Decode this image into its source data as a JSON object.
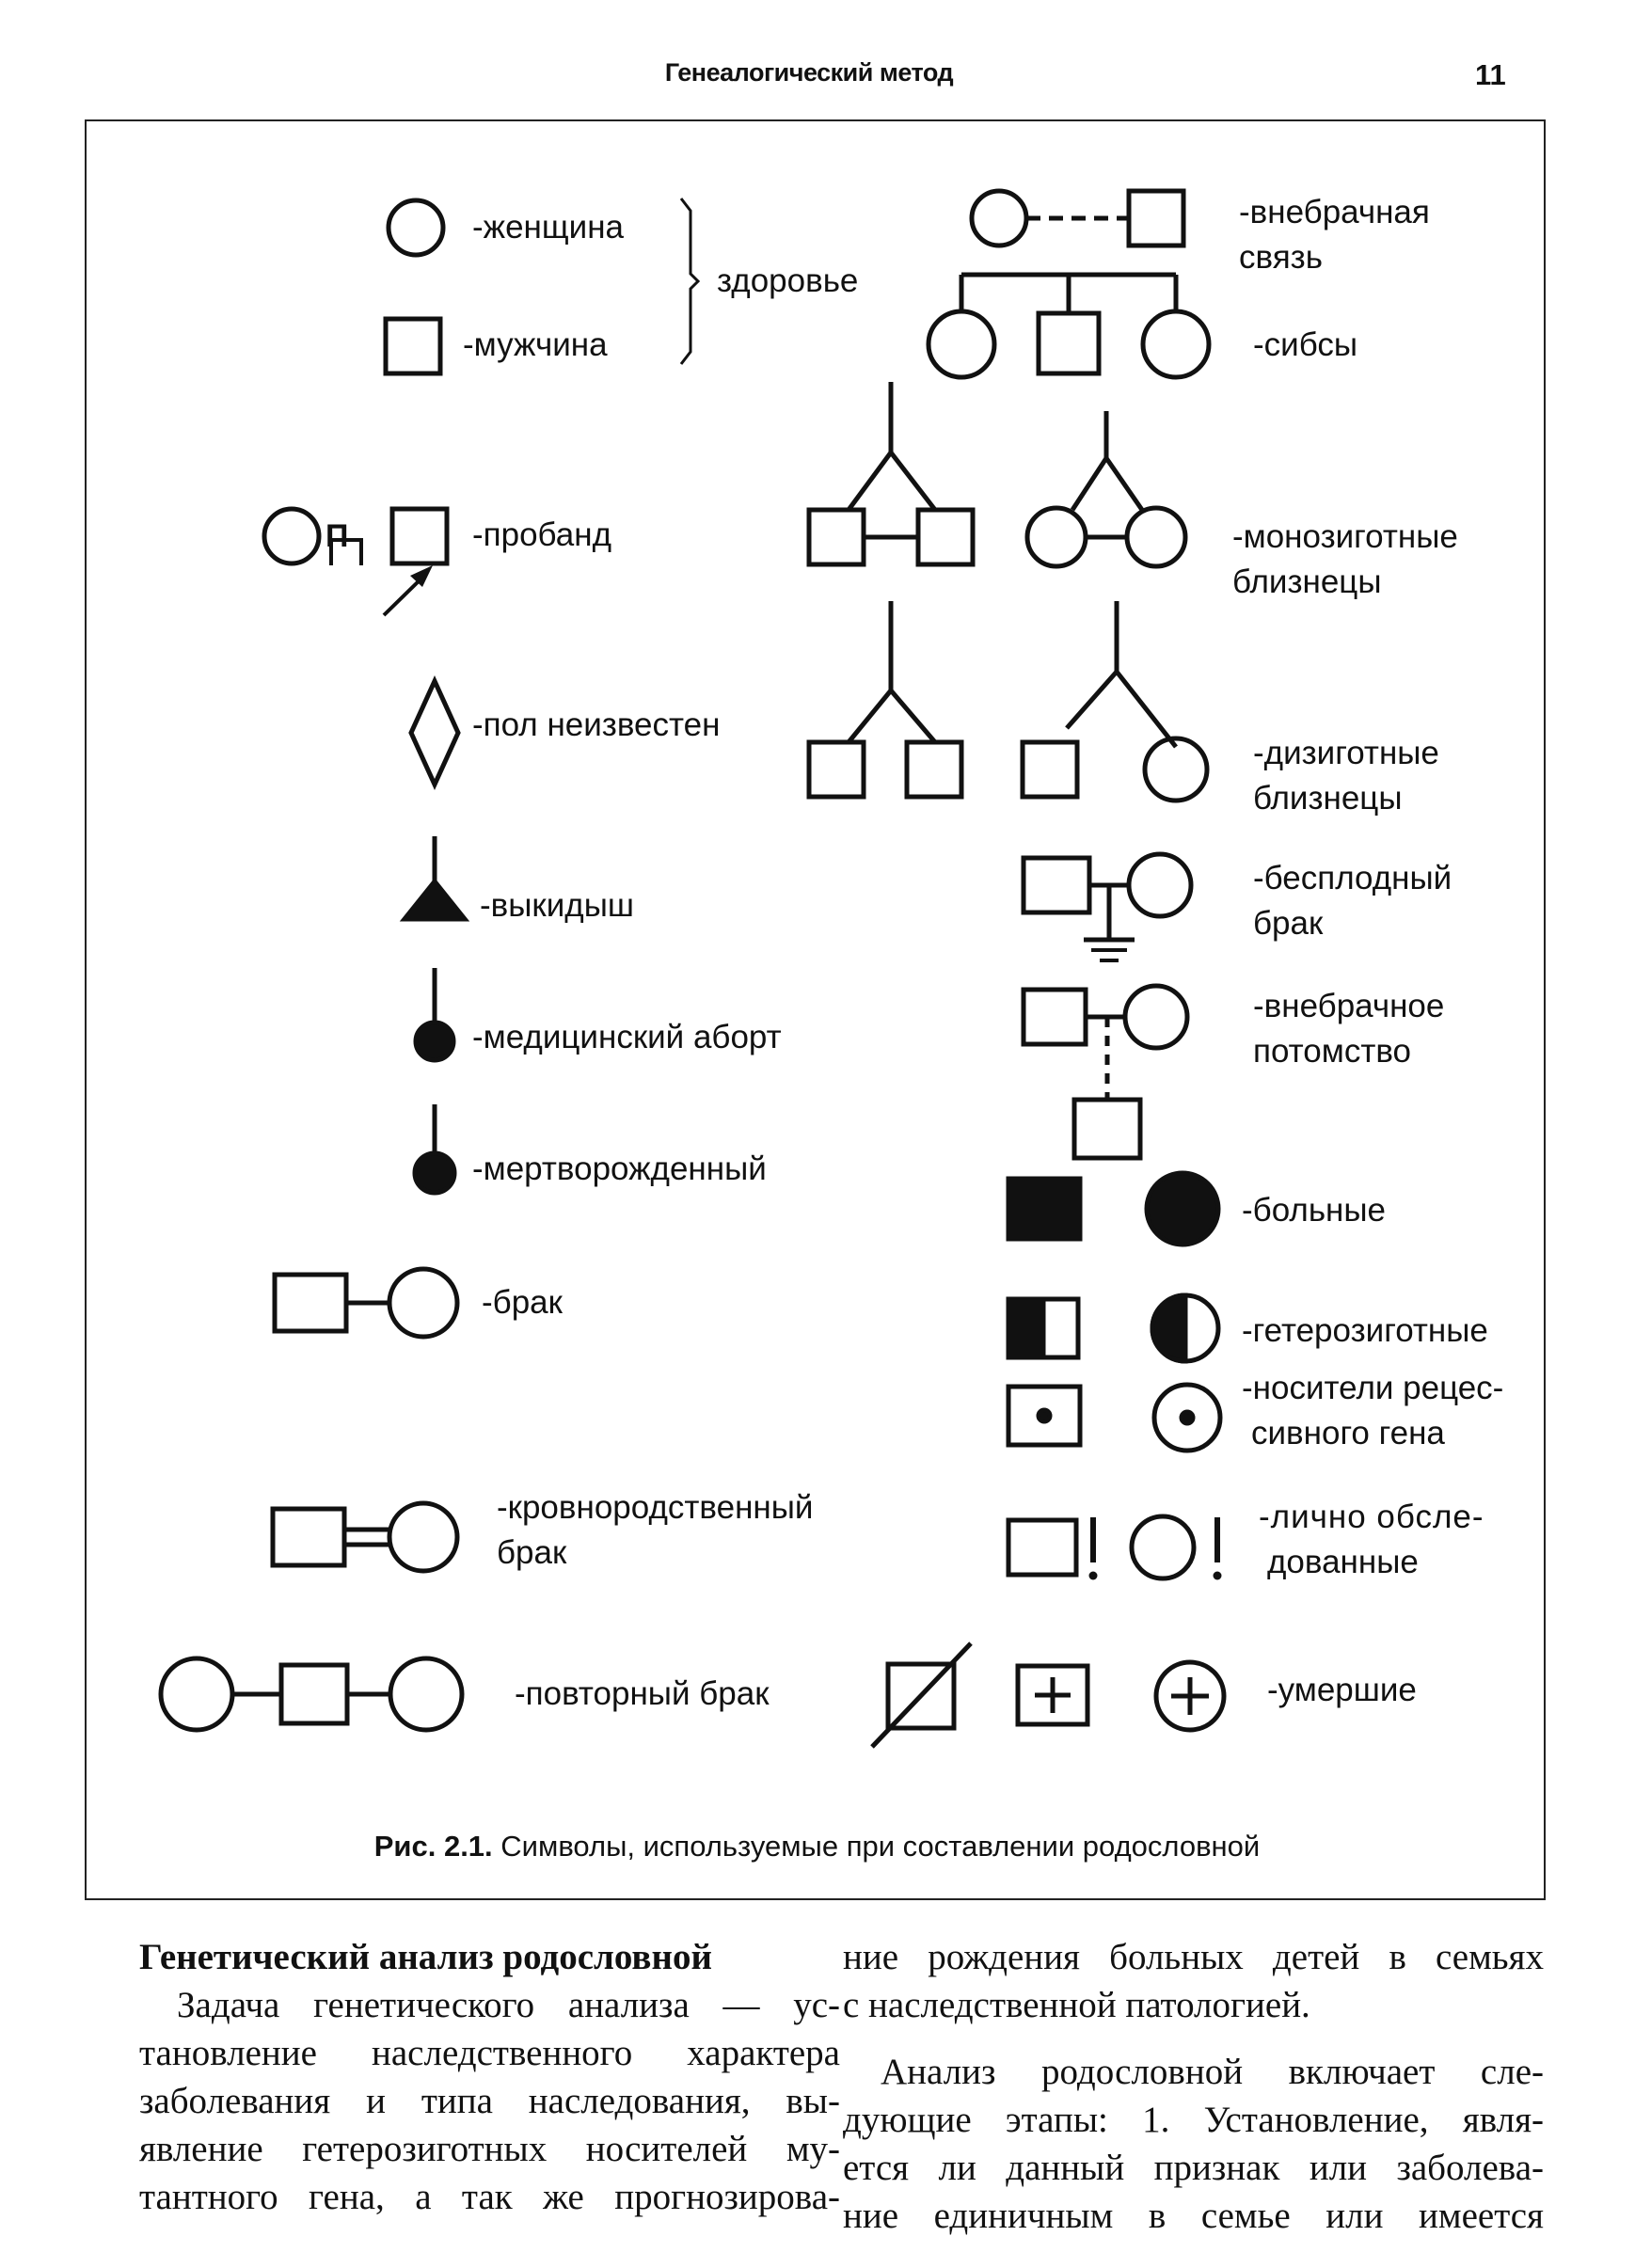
{
  "header": {
    "title": "Генеалогический метод",
    "page_number": "11"
  },
  "figure": {
    "labels": {
      "woman": "-женщина",
      "man": "-мужчина",
      "healthy": "здоровье",
      "extramarital_relation_1": "-внебрачная",
      "extramarital_relation_2": "связь",
      "siblings": "-сибсы",
      "proband_letter": "П",
      "proband": "-пробанд",
      "monozygotic_1": "-монозиготные",
      "monozygotic_2": "близнецы",
      "unknown_sex": "-пол неизвестен",
      "dizygotic_1": "-дизиготные",
      "dizygotic_2": "близнецы",
      "miscarriage": "-выкидыш",
      "infertile_1": "-бесплодный",
      "infertile_2": "брак",
      "medical_abortion": "-медицинский аборт",
      "extramarital_offspring_1": "-внебрачное",
      "extramarital_offspring_2": "потомство",
      "stillborn": "-мертворожденный",
      "affected": "-больные",
      "marriage": "-брак",
      "heterozygous": "-гетерозиготные",
      "carriers_1": "-носители рецес-",
      "carriers_2": "сивного гена",
      "consanguineous_1": "-кровнородственный",
      "consanguineous_2": "брак",
      "personally_examined_1": "-лично обсле-",
      "personally_examined_2": "дованные",
      "repeated_marriage": "-повторный брак",
      "deceased": "-умершие"
    },
    "caption_label": "Рис. 2.1.",
    "caption_text": "Символы, используемые при составлении родословной"
  },
  "body_text": {
    "heading": "Генетический анализ родословной",
    "left_lines": [
      "Задача генетического анализа — ус-",
      "тановление наследственного характера",
      "заболевания и типа наследования, вы-",
      "явление гетерозиготных носителей му-",
      "тантного гена, а так же прогнозирова-"
    ],
    "right_para1": [
      "ние рождения больных детей в семьях",
      "с наследственной патологией."
    ],
    "right_para2": [
      "Анализ родословной включает сле-",
      "дующие этапы: 1. Установление, явля-",
      "ется ли данный признак или заболева-",
      "ние единичным в семье или имеется"
    ]
  }
}
